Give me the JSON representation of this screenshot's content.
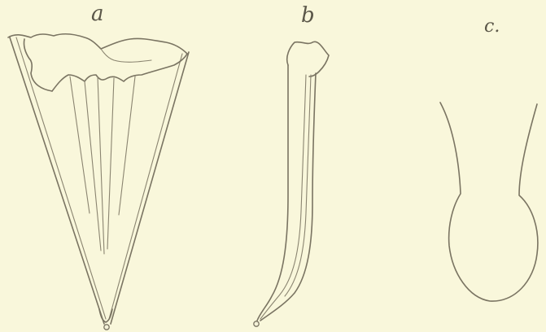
{
  "labels": {
    "a": "a",
    "b": "b",
    "c": "c."
  },
  "colors": {
    "background": "#f9f7db",
    "ink": "#7a7462"
  }
}
